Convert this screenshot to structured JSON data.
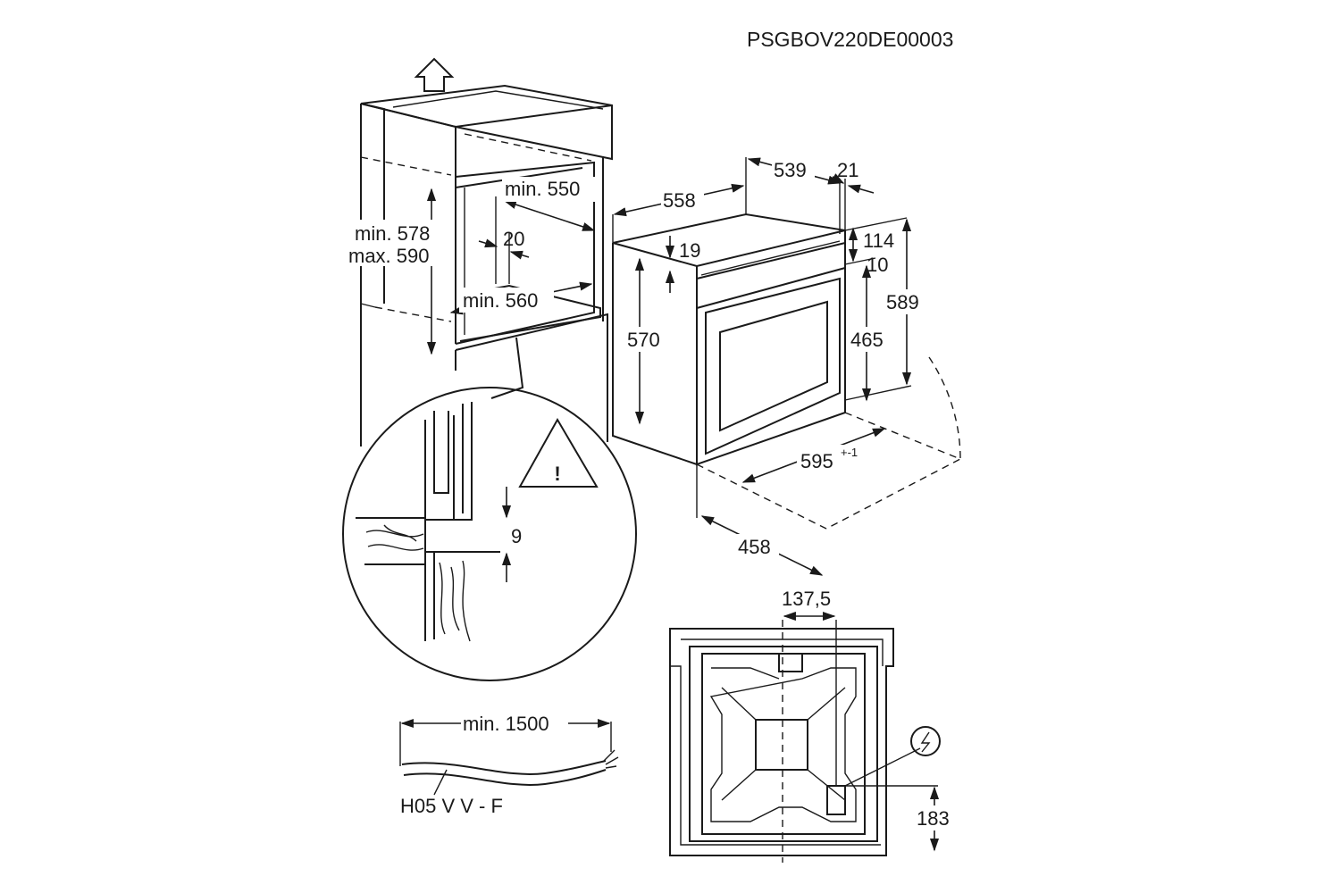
{
  "document_code": "PSGBOV220DE00003",
  "cabinet": {
    "width_label": "min. 550",
    "height_min_label": "min. 578",
    "height_max_label": "max. 590",
    "gap_label": "20",
    "depth_label": "min. 560"
  },
  "detail": {
    "gap_label": "9",
    "warning_symbol": "!"
  },
  "oven": {
    "depth_label": "558",
    "body_depth_label": "539",
    "front_thickness_label": "21",
    "front_top_offset_label": "19",
    "panel_height_label": "114",
    "panel_gap_label": "10",
    "height_label": "570",
    "door_height_label": "465",
    "total_height_label": "589",
    "width_label": "595",
    "width_tolerance_label": "+-1",
    "door_swing_label": "458"
  },
  "back_view": {
    "offset_label": "137,5",
    "socket_height_label": "183",
    "electric_symbol": "electric-hazard-icon"
  },
  "cable": {
    "length_label": "min. 1500",
    "type_label": "H05 V V - F"
  }
}
